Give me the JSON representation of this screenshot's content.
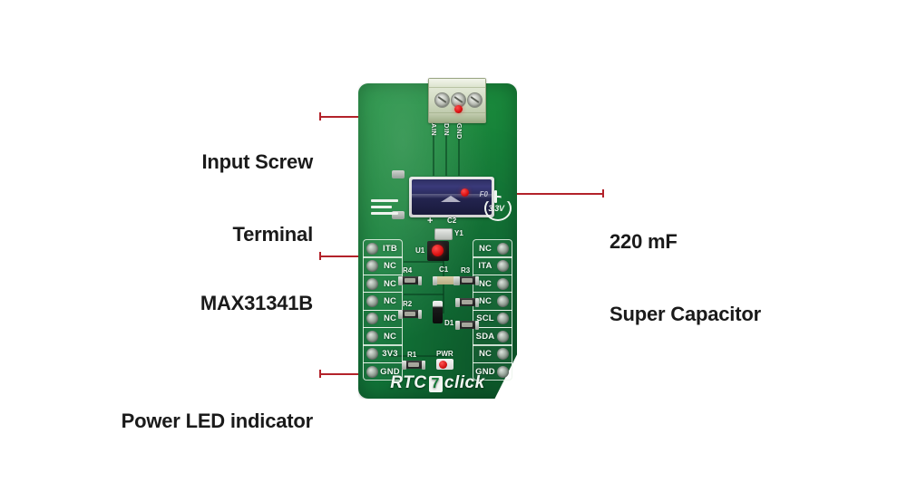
{
  "background": "#ffffff",
  "accent_line_color": "#b3222a",
  "board": {
    "color": "#17873b",
    "brand_prefix": "RTC",
    "brand_number": "7",
    "brand_suffix": "click",
    "power_label": "3.3V",
    "terminal_labels": [
      "AIN",
      "DIN",
      "GND"
    ],
    "silkscreen": {
      "c2": "C2",
      "y1": "Y1",
      "u1": "U1",
      "c1": "C1",
      "r1": "R1",
      "r2": "R2",
      "r3": "R3",
      "r4": "R4",
      "d1": "D1",
      "pwr": "PWR",
      "plus": "+"
    },
    "capacitor_text": "F0",
    "left_pins": [
      "ITB",
      "NC",
      "NC",
      "NC",
      "NC",
      "NC",
      "3V3",
      "GND"
    ],
    "right_pins": [
      "NC",
      "ITA",
      "NC",
      "NC",
      "SCL",
      "SDA",
      "NC",
      "GND"
    ]
  },
  "annotations": [
    {
      "id": "input-screw-terminal",
      "line1": "Input Screw",
      "line2": "Terminal",
      "side": "left"
    },
    {
      "id": "max31341b",
      "line1": "MAX31341B",
      "line2": "",
      "side": "left"
    },
    {
      "id": "power-led-indicator",
      "line1": "Power LED indicator",
      "line2": "",
      "side": "left"
    },
    {
      "id": "super-capacitor",
      "line1": "220 mF",
      "line2": "Super Capacitor",
      "side": "right"
    }
  ]
}
